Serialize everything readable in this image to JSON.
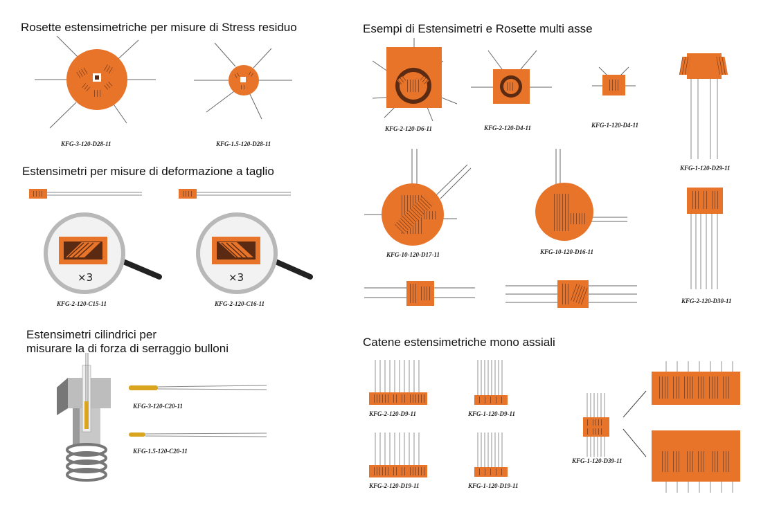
{
  "colors": {
    "gauge": "#e8742a",
    "gauge_dark": "#5a2a12",
    "wire": "#888888",
    "gold": "#d9a520"
  },
  "sections": {
    "residual_title": "Rosette estensimetriche per misure di Stress residuo",
    "shear_title": "Estensimetri per misure di deformazione a taglio",
    "bolt_title_line1": "Estensimetri cilindrici per",
    "bolt_title_line2": "misurare la di forza di serraggio bulloni",
    "multi_title": "Esempi di Estensimetri e Rosette multi asse",
    "chain_title": "Catene estensimetriche mono assiali"
  },
  "magnifier_label": "×3",
  "captions": {
    "d28_3": "KFG-3-120-D28-11",
    "d28_15": "KFG-1.5-120-D28-11",
    "c15": "KFG-2-120-C15-11",
    "c16": "KFG-2-120-C16-11",
    "c20_3": "KFG-3-120-C20-11",
    "c20_15": "KFG-1.5-120-C20-11",
    "d6": "KFG-2-120-D6-11",
    "d4_2": "KFG-2-120-D4-11",
    "d4_1": "KFG-1-120-D4-11",
    "d29": "KFG-1-120-D29-11",
    "d17": "KFG-10-120-D17-11",
    "d16": "KFG-10-120-D16-11",
    "d30": "KFG-2-120-D30-11",
    "d9_2": "KFG-2-120-D9-11",
    "d9_1": "KFG-1-120-D9-11",
    "d19_2": "KFG-2-120-D19-11",
    "d19_1": "KFG-1-120-D19-11",
    "d39": "KFG-1-120-D39-11"
  }
}
